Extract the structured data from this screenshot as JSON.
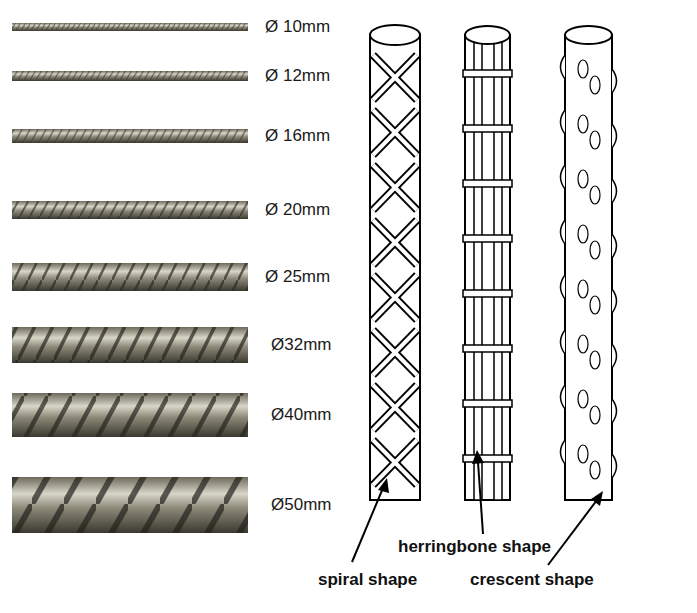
{
  "diagram": {
    "labels": [
      "Ø 10mm",
      "Ø 12mm",
      "Ø 16mm",
      "Ø 20mm",
      "Ø 25mm",
      "Ø32mm",
      "Ø40mm",
      "Ø50mm",
      "herringbone shape",
      "spiral shape",
      "crescent shape"
    ]
  }
}
